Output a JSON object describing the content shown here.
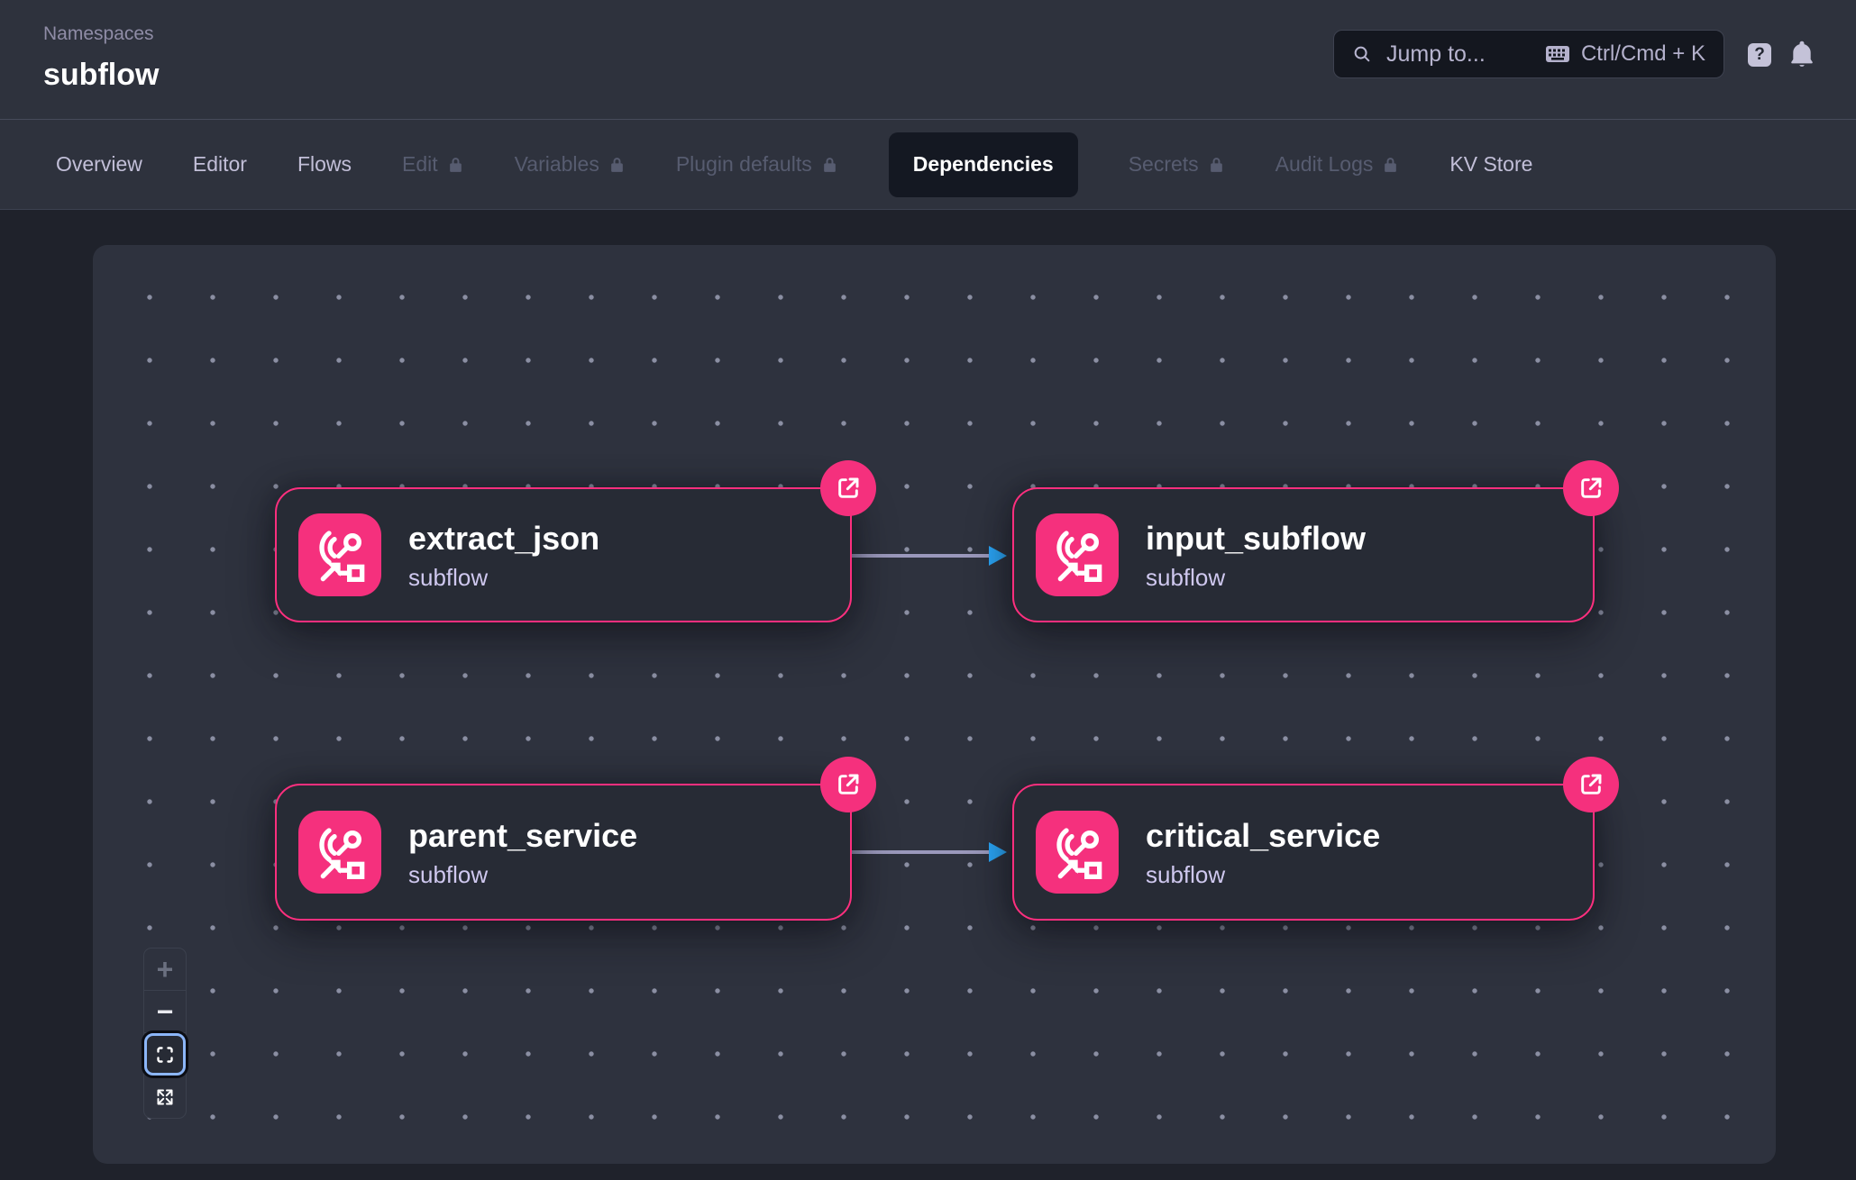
{
  "header": {
    "breadcrumb": "Namespaces",
    "title": "subflow",
    "search": {
      "placeholder": "Jump to...",
      "shortcut": "Ctrl/Cmd + K"
    },
    "help_label": "?"
  },
  "tabs": [
    {
      "label": "Overview",
      "state": "normal"
    },
    {
      "label": "Editor",
      "state": "normal"
    },
    {
      "label": "Flows",
      "state": "normal"
    },
    {
      "label": "Edit",
      "state": "locked"
    },
    {
      "label": "Variables",
      "state": "locked"
    },
    {
      "label": "Plugin defaults",
      "state": "locked"
    },
    {
      "label": "Dependencies",
      "state": "active"
    },
    {
      "label": "Secrets",
      "state": "locked"
    },
    {
      "label": "Audit Logs",
      "state": "locked"
    },
    {
      "label": "KV Store",
      "state": "normal"
    }
  ],
  "graph": {
    "nodes": [
      {
        "id": "extract_json",
        "title": "extract_json",
        "subtitle": "subflow",
        "icon": "subflow-icon",
        "badge": "open-in-new-icon"
      },
      {
        "id": "input_subflow",
        "title": "input_subflow",
        "subtitle": "subflow",
        "icon": "subflow-icon",
        "badge": "open-in-new-icon"
      },
      {
        "id": "parent_service",
        "title": "parent_service",
        "subtitle": "subflow",
        "icon": "subflow-icon",
        "badge": "open-in-new-icon"
      },
      {
        "id": "critical_service",
        "title": "critical_service",
        "subtitle": "subflow",
        "icon": "subflow-icon",
        "badge": "open-in-new-icon"
      }
    ],
    "edges": [
      {
        "from": "extract_json",
        "to": "input_subflow"
      },
      {
        "from": "parent_service",
        "to": "critical_service"
      }
    ]
  },
  "controls": {
    "zoom_in": "plus-icon",
    "zoom_out": "minus-icon",
    "fit_view": "fit-view-icon",
    "fullscreen": "expand-icon",
    "fit_view_focused": true,
    "zoom_in_disabled": true
  },
  "colors": {
    "accent_pink": "#f5307d",
    "node_border_pink": "#fd2f7e",
    "edge_line": "#9a98bb",
    "edge_arrow_blue": "#2aa5f5",
    "surface": "#2e323d",
    "page_background": "#1f222b",
    "active_tab_background": "#141822",
    "focus_ring_blue": "#8cb6f8",
    "lavender_text": "#c2bfd8"
  }
}
